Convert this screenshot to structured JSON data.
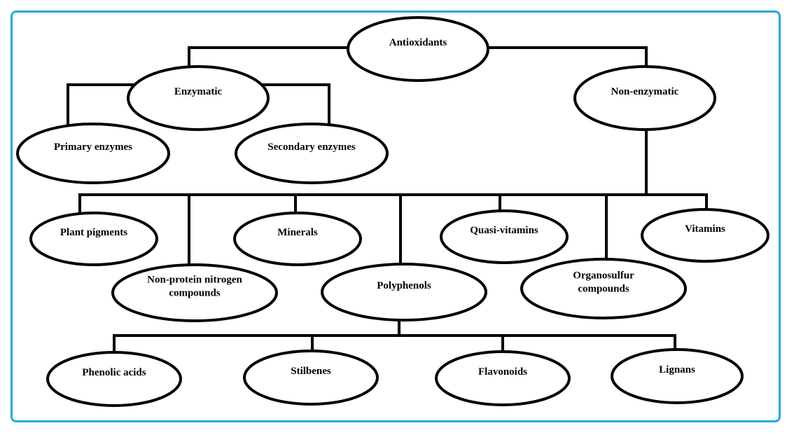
{
  "colors": {
    "frame": "#29a8e0",
    "lines": "#000000",
    "node_fill": "#ffffff"
  },
  "nodes": {
    "antioxidants": [
      "Antioxidants"
    ],
    "enzymatic": [
      "Enzymatic"
    ],
    "non_enzymatic": [
      "Non-enzymatic"
    ],
    "primary_enzymes": [
      "Primary enzymes"
    ],
    "secondary_enzymes": [
      "Secondary enzymes"
    ],
    "plant_pigments": [
      "Plant pigments"
    ],
    "minerals": [
      "Minerals"
    ],
    "quasi_vitamins": [
      "Quasi-vitamins"
    ],
    "vitamins": [
      "Vitamins"
    ],
    "non_protein_nitrogen": [
      "Non-protein nitrogen",
      "compounds"
    ],
    "polyphenols": [
      "Polyphenols"
    ],
    "organosulfur": [
      "Organosulfur",
      "compounds"
    ],
    "phenolic_acids": [
      "Phenolic acids"
    ],
    "stilbenes": [
      "Stilbenes"
    ],
    "flavonoids": [
      "Flavonoids"
    ],
    "lignans": [
      "Lignans"
    ]
  },
  "edges": [
    [
      "antioxidants",
      "enzymatic"
    ],
    [
      "antioxidants",
      "non_enzymatic"
    ],
    [
      "enzymatic",
      "primary_enzymes"
    ],
    [
      "enzymatic",
      "secondary_enzymes"
    ],
    [
      "non_enzymatic",
      "plant_pigments"
    ],
    [
      "non_enzymatic",
      "non_protein_nitrogen"
    ],
    [
      "non_enzymatic",
      "minerals"
    ],
    [
      "non_enzymatic",
      "polyphenols"
    ],
    [
      "non_enzymatic",
      "quasi_vitamins"
    ],
    [
      "non_enzymatic",
      "organosulfur"
    ],
    [
      "non_enzymatic",
      "vitamins"
    ],
    [
      "polyphenols",
      "phenolic_acids"
    ],
    [
      "polyphenols",
      "stilbenes"
    ],
    [
      "polyphenols",
      "flavonoids"
    ],
    [
      "polyphenols",
      "lignans"
    ]
  ]
}
